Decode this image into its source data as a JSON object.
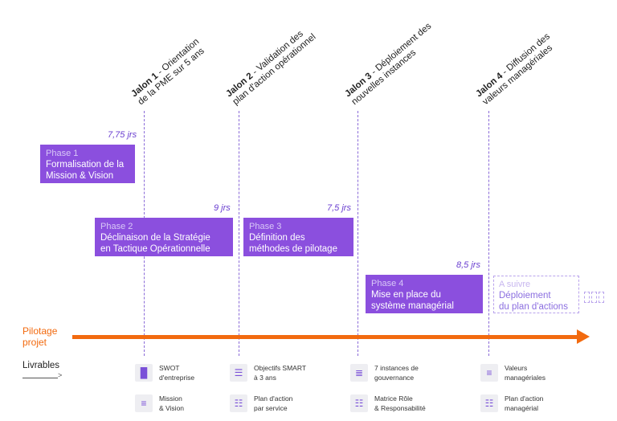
{
  "milestones": [
    {
      "label": "Jalon 1",
      "line1": " - Orientation",
      "line2": "de la PME sur 5 ans"
    },
    {
      "label": "Jalon 2",
      "line1": " - Validation des",
      "line2": "plan d'action opérationnel"
    },
    {
      "label": "Jalon 3",
      "line1": " - Déploiement des",
      "line2": "nouvelles instances"
    },
    {
      "label": "Jalon 4",
      "line1": " - Diffusion des",
      "line2": "valeurs managériales"
    }
  ],
  "durations": [
    "7,75 jrs",
    "9 jrs",
    "7,5 jrs",
    "8,5 jrs"
  ],
  "phases": [
    {
      "num": "Phase 1",
      "title": "Formalisation de la\nMission & Vision"
    },
    {
      "num": "Phase 2",
      "title": "Déclinaison de la Stratégie\nen Tactique Opérationnelle"
    },
    {
      "num": "Phase 3",
      "title": "Définition des\nméthodes de pilotage"
    },
    {
      "num": "Phase 4",
      "title": "Mise en place du\nsystème managérial"
    }
  ],
  "next_phase": {
    "num": "A suivre",
    "title": "Déploiement\ndu plan d'actions"
  },
  "pilotage": {
    "line1": "Pilotage",
    "line2": "projet"
  },
  "livrables_label": "Livrables",
  "livrables_arrow": ">",
  "deliverables": [
    {
      "icon": "bar-chart-icon",
      "glyph": "▐▌",
      "text": "SWOT\nd'entreprise"
    },
    {
      "icon": "dotted-lines-icon",
      "glyph": "≡",
      "text": "Mission\n& Vision"
    },
    {
      "icon": "checklist-icon",
      "glyph": "☰",
      "text": "Objectifs SMART\nà 3 ans"
    },
    {
      "icon": "grid-list-icon",
      "glyph": "☷",
      "text": "Plan d'action\npar service"
    },
    {
      "icon": "chart-lines-icon",
      "glyph": "≣",
      "text": "7 instances de\ngouvernance"
    },
    {
      "icon": "grid-list-icon",
      "glyph": "☷",
      "text": "Matrice Rôle\n& Responsabilité"
    },
    {
      "icon": "dotted-lines-icon",
      "glyph": "≡",
      "text": "Valeurs\nmanagériales"
    },
    {
      "icon": "grid-list-icon",
      "glyph": "☷",
      "text": "Plan d'action\nmanagérial"
    }
  ],
  "colors": {
    "purple": "#8b4fde",
    "orange": "#f26a0f",
    "dashed": "#8a6ad8"
  }
}
